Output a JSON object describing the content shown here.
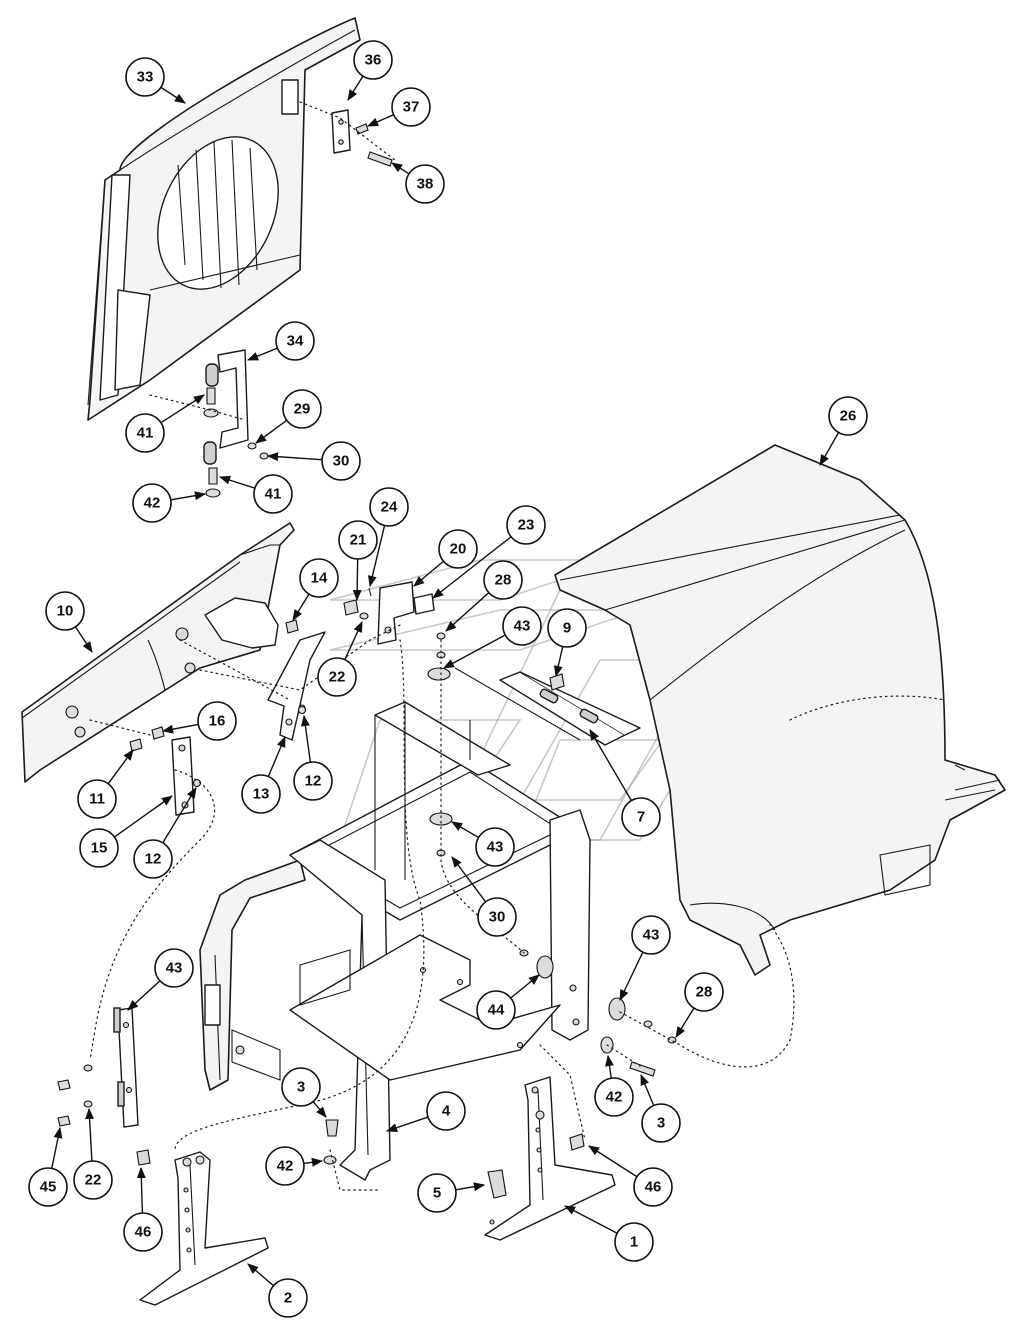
{
  "callouts": [
    {
      "label": "33"
    },
    {
      "label": "36"
    },
    {
      "label": "37"
    },
    {
      "label": "38"
    },
    {
      "label": "34"
    },
    {
      "label": "41"
    },
    {
      "label": "29"
    },
    {
      "label": "30"
    },
    {
      "label": "42"
    },
    {
      "label": "41"
    },
    {
      "label": "26"
    },
    {
      "label": "24"
    },
    {
      "label": "21"
    },
    {
      "label": "20"
    },
    {
      "label": "23"
    },
    {
      "label": "14"
    },
    {
      "label": "28"
    },
    {
      "label": "10"
    },
    {
      "label": "9"
    },
    {
      "label": "43"
    },
    {
      "label": "22"
    },
    {
      "label": "16"
    },
    {
      "label": "13"
    },
    {
      "label": "12"
    },
    {
      "label": "11"
    },
    {
      "label": "15"
    },
    {
      "label": "12"
    },
    {
      "label": "7"
    },
    {
      "label": "43"
    },
    {
      "label": "30"
    },
    {
      "label": "43"
    },
    {
      "label": "44"
    },
    {
      "label": "43"
    },
    {
      "label": "28"
    },
    {
      "label": "42"
    },
    {
      "label": "3"
    },
    {
      "label": "3"
    },
    {
      "label": "4"
    },
    {
      "label": "42"
    },
    {
      "label": "45"
    },
    {
      "label": "22"
    },
    {
      "label": "46"
    },
    {
      "label": "5"
    },
    {
      "label": "46"
    },
    {
      "label": "1"
    },
    {
      "label": "2"
    }
  ],
  "colors": {
    "line": "#1a1a1a",
    "fill": "#f4f4f4",
    "watermark": "#9a9a9a"
  }
}
